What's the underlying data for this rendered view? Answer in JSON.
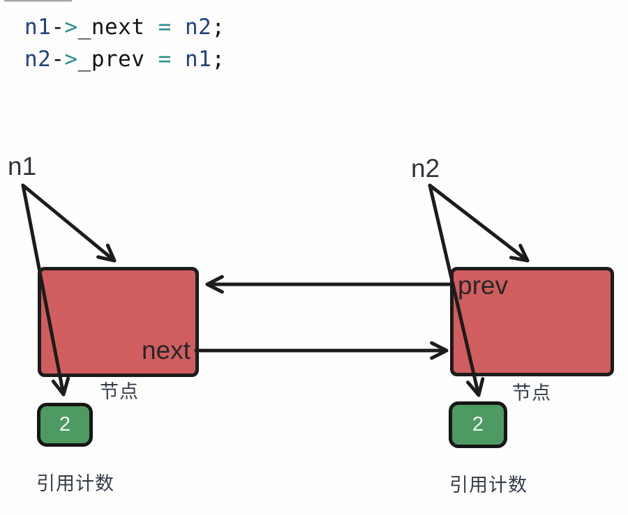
{
  "code": {
    "lines": [
      {
        "tokens": [
          "n1",
          "-",
          ">",
          "_next",
          " ",
          "=",
          " ",
          "n2",
          ";"
        ]
      },
      {
        "tokens": [
          "n2",
          "-",
          ">",
          "_prev",
          " ",
          "=",
          " ",
          "n1",
          ";"
        ]
      }
    ]
  },
  "diagram": {
    "left": {
      "pointer_label": "n1",
      "field_label": "next",
      "node_caption": "节点",
      "count_value": "2",
      "count_caption": "引用计数"
    },
    "right": {
      "pointer_label": "n2",
      "field_label": "prev",
      "node_caption": "节点",
      "count_value": "2",
      "count_caption": "引用计数"
    }
  },
  "colors": {
    "node_fill": "#d15e5e",
    "count_fill": "#4d9b62",
    "outline_stroke": "#1c1c1c",
    "code_identifier_navy": "#24417e",
    "code_operator_teal": "#2a8f8f",
    "code_plain": "#141414",
    "label_text": "#2f333c",
    "count_text": "#f5f5f5"
  }
}
